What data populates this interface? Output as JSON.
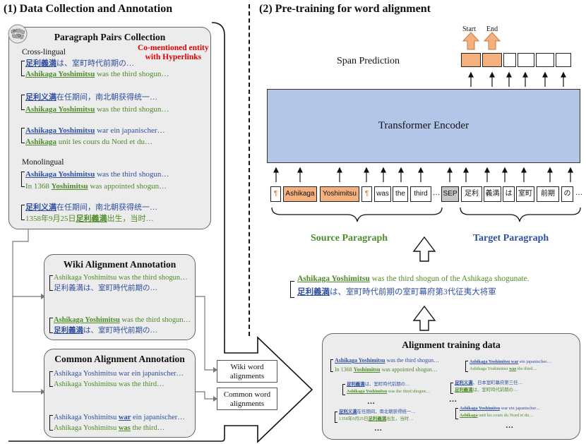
{
  "headings": {
    "left": "(1) Data Collection and Annotation",
    "right": "(2) Pre-training for word alignment"
  },
  "wiki_logo": {
    "icon": "wikipedia-globe-icon"
  },
  "paragraph_pairs": {
    "title": "Paragraph Pairs Collection",
    "crosslingual_label": "Cross-lingual",
    "monolingual_label": "Monolingual",
    "annotation": "Co-mentioned entity\nwith Hyperlinks",
    "pair1": {
      "e1": "足利義満",
      "t1": "は、室町時代前期の…",
      "e2": "Ashikaga Yoshimitsu",
      "t2": " was the third shogun…"
    },
    "pair2": {
      "e1": "足利义满",
      "t1": "在任期间，南北朝获得统一…",
      "e2": "Ashikaga Yoshimitsu",
      "t2": " was the third shogun…"
    },
    "pair3": {
      "e1": "Ashikaga Yoshimitsu",
      "t1": " war ein japanischer…",
      "e2": "Ashikaga",
      "t2": " unit les cours du Nord et du…"
    },
    "pair4": {
      "e1": "Ashikaga Yoshimitsu",
      "t1": " was the third shogun…",
      "p2": "In 1368 ",
      "e2": "Yoshimitsu",
      "t2": " was appointed shogun…"
    },
    "pair5": {
      "e1": "足利义满",
      "t1": "在任期间，南北朝获得统一…",
      "p2": "1358年9月25日",
      "e2": "足利義満",
      "t2": "出生，当时…"
    }
  },
  "wiki_alignment": {
    "title": "Wiki Alignment Annotation",
    "before1": "Ashikaga Yoshimitsu was the third shogun…",
    "before2": "足利義満は、室町時代前期の…",
    "after_e1": "Ashikaga Yoshimitsu",
    "after_t1": " was the third shogun…",
    "after_e2": "足利義満",
    "after_t2": "は、室町時代前期の…"
  },
  "common_alignment": {
    "title": "Common Alignment Annotation",
    "before1": "Ashikaga Yoshimitsu war ein japanischer…",
    "before2": "Ashikaga Yoshimitsu was the third…",
    "after_p1": "Ashikaga Yoshimitsu ",
    "after_w1": "war",
    "after_s1": " ein japanischer…",
    "after_p2": "Ashikaga Yoshimitsu ",
    "after_w2": "was",
    "after_s2": " the third…"
  },
  "word_alignment_boxes": {
    "wiki": "Wiki word\nalignments",
    "common": "Common word\nalignments"
  },
  "alignment_training": {
    "title": "Alignment training data",
    "ex1": {
      "e1": "Ashikaga Yoshimitsu",
      "t1": " was the third shogun…",
      "p2": "In 1368 ",
      "e2": "Yoshimitsu",
      "t2": " was appointed shogun…"
    },
    "ex2": {
      "e1": "Ashikaga Yoshimitsu ",
      "w1": "war",
      "t1": " ein japanischer…",
      "p2": "Ashikaga Yoshimitsu ",
      "w2": "was",
      "t2": " the third…"
    },
    "ex3": {
      "e1": "足利義満",
      "t1": "は、室町時代前期の…",
      "e2": "Ashikaga Yoshimitsu",
      "t2": " was the third shogun…"
    },
    "ex4": {
      "e1": "足利义满",
      "t1": "、日本室町幕府第三任…",
      "e2": "足利義満",
      "t2": "は、室町時代前期の…"
    },
    "ex5": {
      "e1": "足利义满",
      "t1": "在任期间，南北朝获得统一…",
      "p2": "1358年9月25日",
      "e2": "足利義満",
      "t2": "出生，当时…"
    },
    "ex6": {
      "e1": "Ashikaga Yoshimitsu",
      "t1": " war ein japanischer…",
      "e2": "Ashikaga",
      "t2": " unit les cours du Nord et du…"
    },
    "ellipsis": "…"
  },
  "pretraining": {
    "span_prediction": "Span Prediction",
    "start": "Start",
    "end": "End",
    "encoder": "Transformer Encoder",
    "tokens": [
      "¶",
      "Ashikaga",
      "Yoshimitsu",
      "¶",
      "was",
      "the",
      "third",
      "…",
      "SEP",
      "足利",
      "義満",
      "は",
      "室町",
      "前期",
      "の",
      "…"
    ],
    "source_label": "Source Paragraph",
    "target_label": "Target Paragraph",
    "input_e1": "Ashikaga Yoshimitsu",
    "input_t1": " was the third shogun of the Ashikaga shogunate.",
    "input_e2": "足利義満",
    "input_t2": "は、室町時代前期の室町幕府第3代征夷大将軍"
  },
  "colors": {
    "source": "#4e8b2a",
    "target": "#2f4f9e",
    "highlight": "#f4b07f",
    "encoder": "#b4c6e7",
    "annotation": "#e00000"
  }
}
